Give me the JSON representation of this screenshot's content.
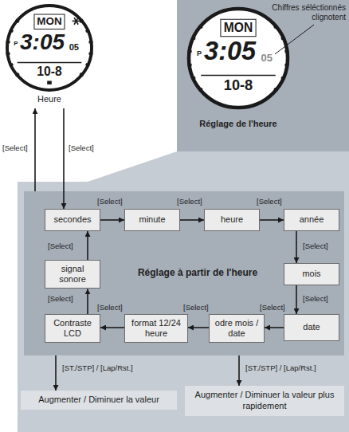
{
  "diagram": {
    "nodes": [
      {
        "text": [
          "MON",
          "3:05",
          "05",
          "10-8",
          "P",
          "Heure"
        ]
      },
      {
        "text": [
          "Réglage de l'heure"
        ]
      },
      {
        "text": [
          "MON",
          "3:05",
          "05",
          "10-8",
          "P"
        ],
        "in": 1
      },
      {
        "text": [
          "Réglage à partir de l'heure"
        ]
      },
      {
        "text": [
          "secondes"
        ],
        "in": 3
      },
      {
        "text": [
          "minute"
        ],
        "in": 3
      },
      {
        "text": [
          "heure"
        ],
        "in": 3
      },
      {
        "text": [
          "année"
        ],
        "in": 3
      },
      {
        "text": [
          "mois"
        ],
        "in": 3
      },
      {
        "text": [
          "date"
        ],
        "in": 3
      },
      {
        "text": [
          "odre mois / date"
        ],
        "in": 3
      },
      {
        "text": [
          "format 12/24 heure"
        ],
        "in": 3
      },
      {
        "text": [
          "Contraste LCD"
        ],
        "in": 3
      },
      {
        "text": [
          "signal sonore"
        ],
        "in": 3
      },
      {
        "text": [
          "Augmenter / Diminuer la valeur"
        ]
      },
      {
        "text": [
          "Augmenter / Diminuer la valeur plus rapidement"
        ]
      }
    ],
    "edges": [
      {
        "from": 3,
        "to": 0,
        "label": "[Select]",
        "arrow": "to"
      },
      {
        "from": 0,
        "to": 4,
        "label": "[Select]",
        "arrow": "to"
      },
      {
        "from": 4,
        "to": 5,
        "label": "[Select]",
        "arrow": "to"
      },
      {
        "from": 5,
        "to": 6,
        "label": "[Select]",
        "arrow": "to"
      },
      {
        "from": 6,
        "to": 7,
        "label": "[Select]",
        "arrow": "to"
      },
      {
        "from": 7,
        "to": 8,
        "label": "[Select]",
        "arrow": "to"
      },
      {
        "from": 8,
        "to": 9,
        "label": "[Select]",
        "arrow": "to"
      },
      {
        "from": 9,
        "to": 10,
        "label": "[Select]",
        "arrow": "to"
      },
      {
        "from": 10,
        "to": 11,
        "label": "[Select]",
        "arrow": "to"
      },
      {
        "from": 11,
        "to": 12,
        "label": "[Select]",
        "arrow": "to"
      },
      {
        "from": 12,
        "to": 13,
        "label": "[Select]",
        "arrow": "to"
      },
      {
        "from": 13,
        "to": 4,
        "label": "[Select]",
        "arrow": "to"
      },
      {
        "from": 3,
        "to": 14,
        "label": "[ST./STP] / [Lap/Rst.]",
        "arrow": "to"
      },
      {
        "from": 3,
        "to": 15,
        "label": "[ST./STP] / [Lap/Rst.]",
        "arrow": "to"
      }
    ],
    "labels": [
      "Chiffres séléctionnés clignotent"
    ]
  }
}
